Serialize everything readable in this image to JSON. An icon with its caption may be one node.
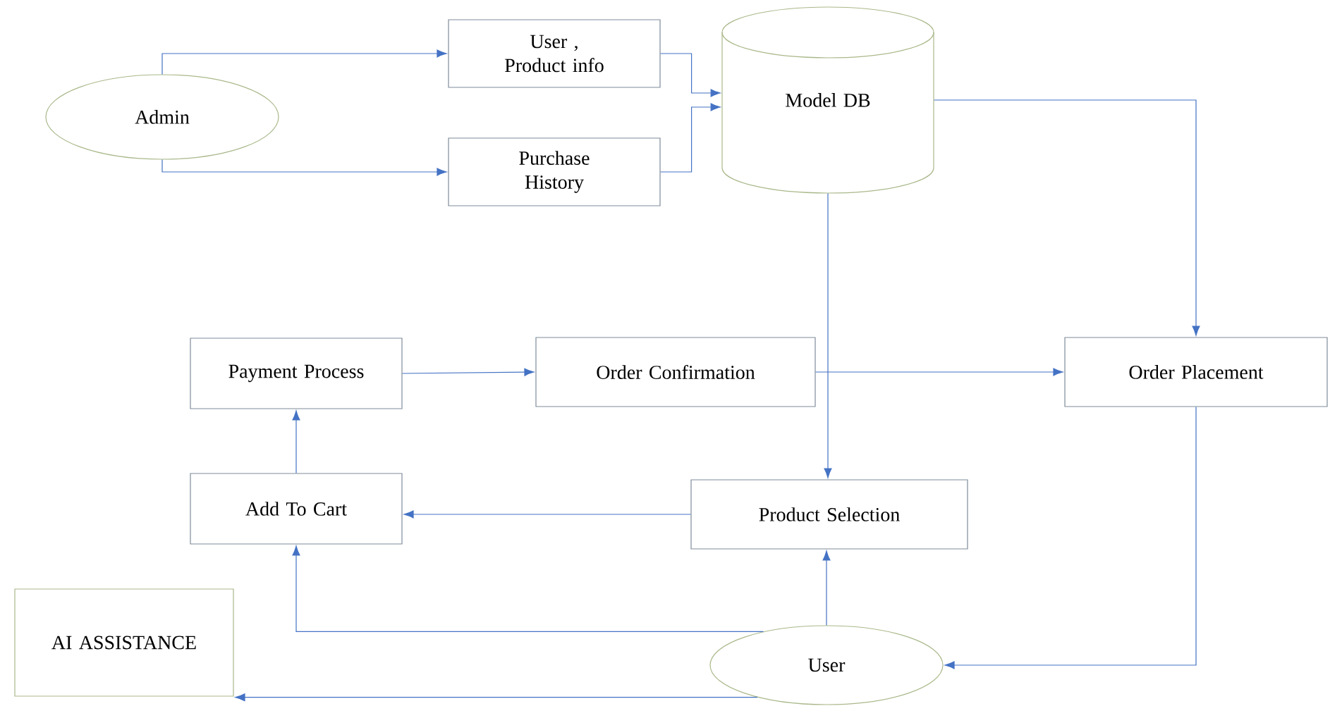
{
  "diagram": {
    "nodes": [
      {
        "text": [
          "Admin"
        ]
      },
      {
        "text": [
          "User , Product info"
        ]
      },
      {
        "text": [
          "Purchase History"
        ]
      },
      {
        "text": [
          "Model DB"
        ]
      },
      {
        "text": [
          "Payment Process"
        ]
      },
      {
        "text": [
          "Order Confirmation"
        ]
      },
      {
        "text": [
          "Order Placement"
        ]
      },
      {
        "text": [
          "Add To Cart"
        ]
      },
      {
        "text": [
          "Product Selection"
        ]
      },
      {
        "text": [
          "AI ASSISTANCE"
        ]
      },
      {
        "text": [
          "User"
        ]
      }
    ],
    "edges": [
      {
        "from": 0,
        "to": 1,
        "arrow": "to"
      },
      {
        "from": 0,
        "to": 2,
        "arrow": "to"
      },
      {
        "from": 1,
        "to": 3,
        "arrow": "to"
      },
      {
        "from": 2,
        "to": 3,
        "arrow": "to"
      },
      {
        "from": 3,
        "to": 6,
        "arrow": "to"
      },
      {
        "from": 3,
        "to": 8,
        "arrow": "to"
      },
      {
        "from": 4,
        "to": 5,
        "arrow": "to"
      },
      {
        "from": 5,
        "to": 6,
        "arrow": "to"
      },
      {
        "from": 8,
        "to": 7,
        "arrow": "to"
      },
      {
        "from": 7,
        "to": 4,
        "arrow": "to"
      },
      {
        "from": 10,
        "to": 8,
        "arrow": "to"
      },
      {
        "from": 10,
        "to": 7,
        "arrow": "to"
      },
      {
        "from": 10,
        "to": 9,
        "arrow": "to"
      },
      {
        "from": 6,
        "to": 10,
        "arrow": "to"
      }
    ]
  }
}
